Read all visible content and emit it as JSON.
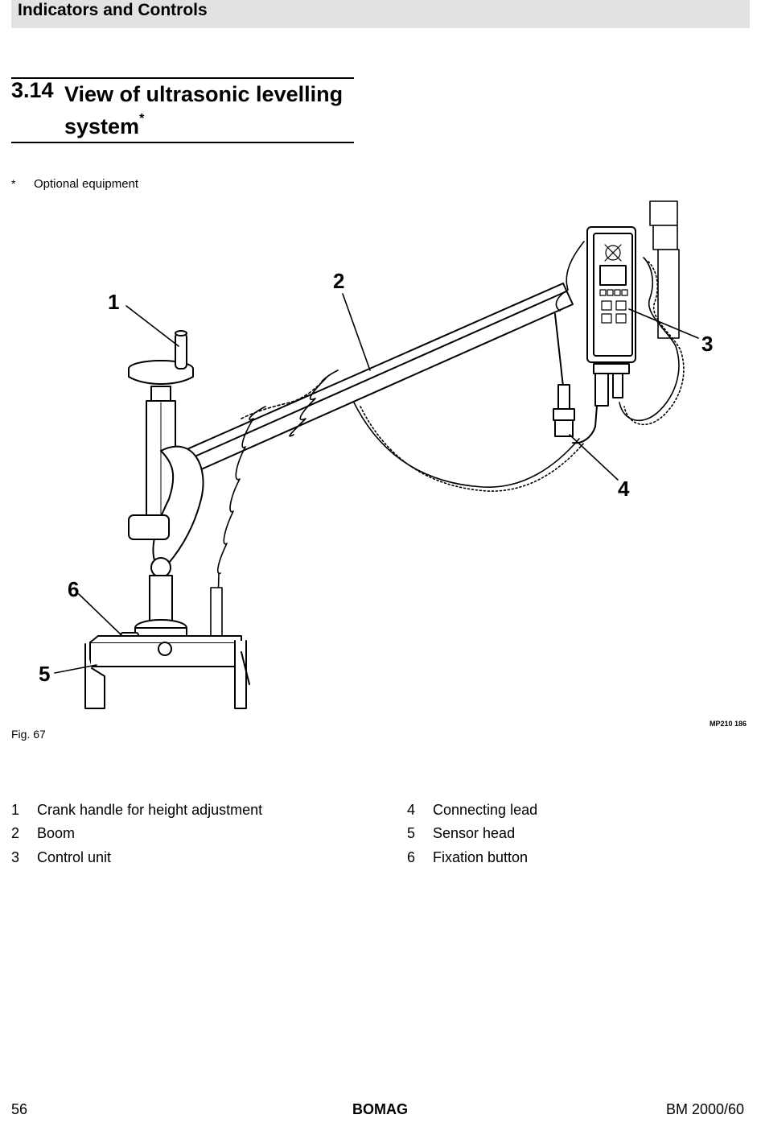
{
  "header": {
    "title": "Indicators and Controls"
  },
  "section": {
    "number": "3.14",
    "title": "View of ultrasonic levelling system",
    "title_mark": "*"
  },
  "footnote": {
    "mark": "*",
    "text": "Optional equipment"
  },
  "figure": {
    "caption": "Fig. 67",
    "code": "MP210 186",
    "callouts": [
      "1",
      "2",
      "3",
      "4",
      "5",
      "6"
    ]
  },
  "legend": [
    {
      "num": "1",
      "text": "Crank handle for height adjustment"
    },
    {
      "num": "2",
      "text": "Boom"
    },
    {
      "num": "3",
      "text": "Control unit"
    },
    {
      "num": "4",
      "text": "Connecting lead"
    },
    {
      "num": "5",
      "text": "Sensor head"
    },
    {
      "num": "6",
      "text": "Fixation button"
    }
  ],
  "footer": {
    "page": "56",
    "brand": "BOMAG",
    "model": "BM 2000/60"
  }
}
